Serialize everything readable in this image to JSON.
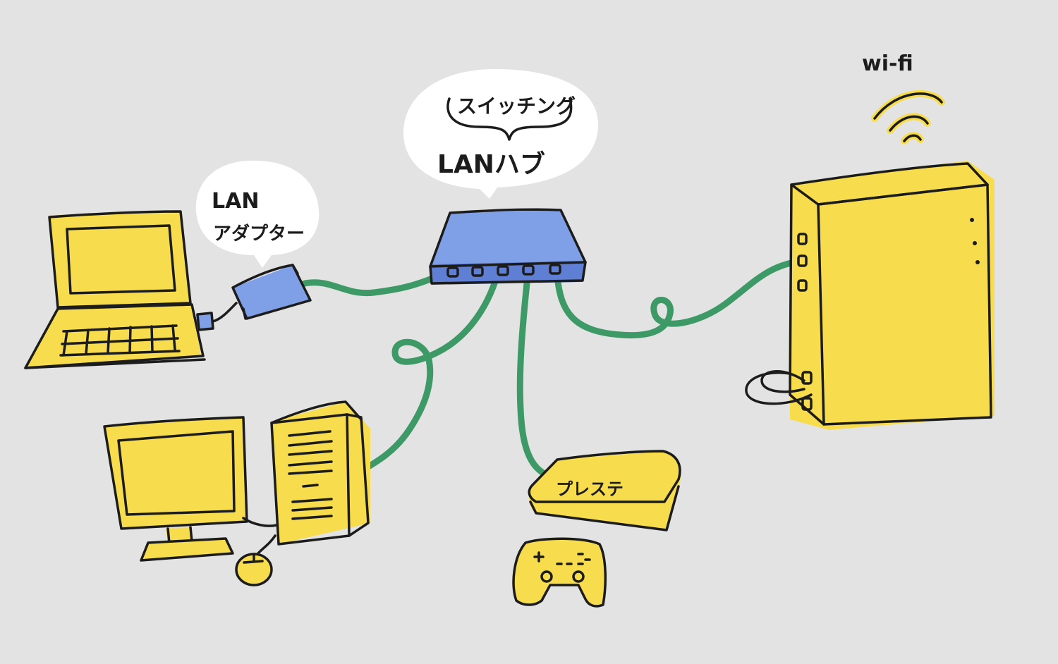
{
  "labels": {
    "lan_adapter_line1": "LAN",
    "lan_adapter_line2": "アダプター",
    "switching": "スイッチング",
    "lan_hub": "LANハブ",
    "wifi": "wi-fi",
    "playstation": "プレステ"
  },
  "colors": {
    "background": "#e3e3e3",
    "device_yellow": "#f7dd4e",
    "hub_blue": "#7f9fe6",
    "cable_green": "#3d9a66",
    "ink": "#1c1c1c",
    "bubble": "#ffffff"
  }
}
